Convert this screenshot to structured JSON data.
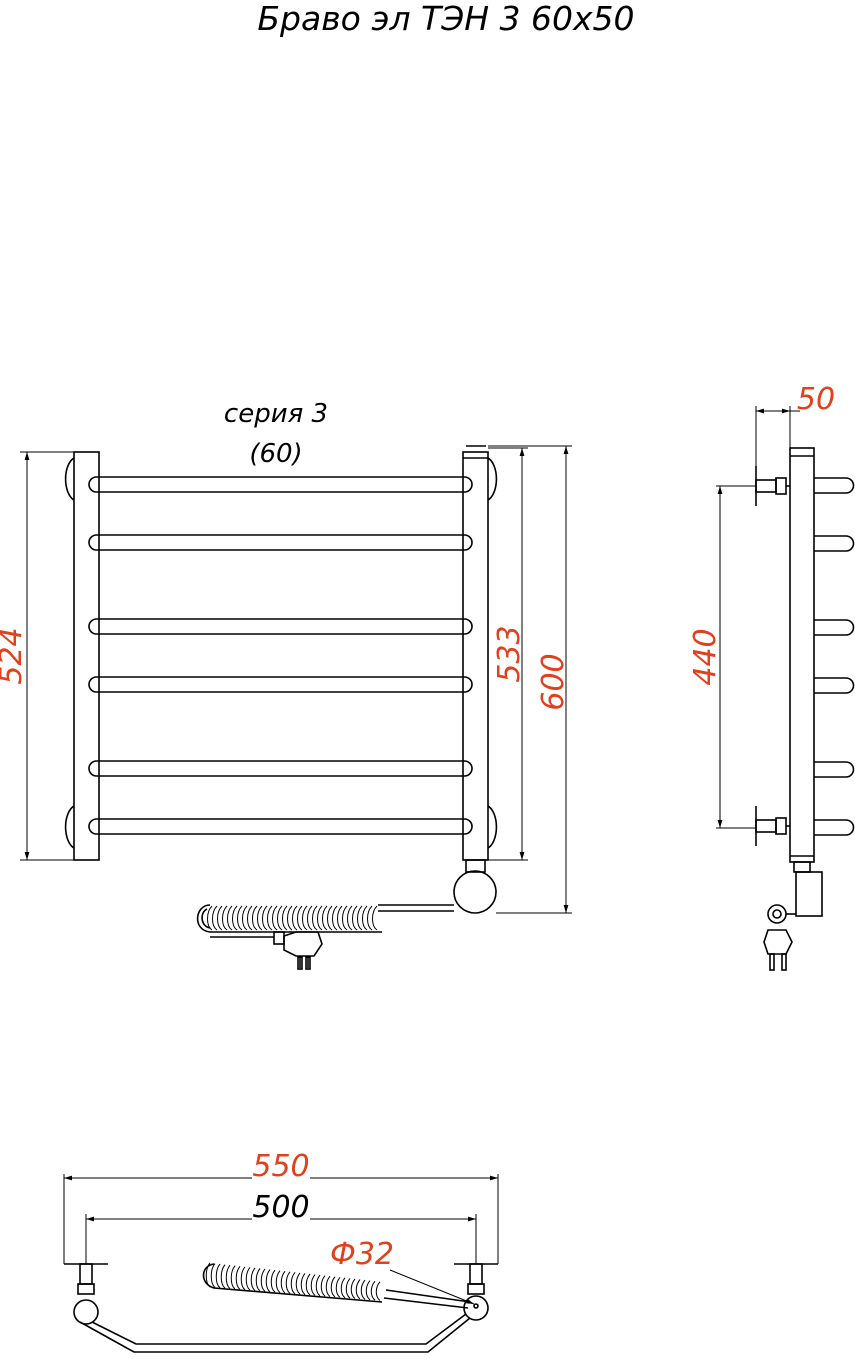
{
  "title": "Браво эл ТЭН 3 60x50",
  "series_label": "серия 3",
  "series_size": "(60)",
  "dimensions": {
    "front_height_left": "524",
    "front_height_inner": "533",
    "front_height_total": "600",
    "side_depth": "50",
    "side_axis": "440",
    "top_width_total": "550",
    "top_width_axis": "500",
    "pipe_diameter": "Ф32"
  },
  "colors": {
    "accent": "#e2401c",
    "line": "#000000",
    "background": "#ffffff"
  }
}
